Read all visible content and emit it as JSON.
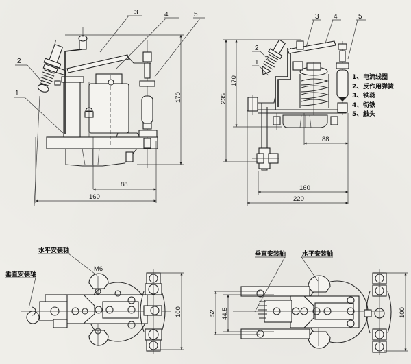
{
  "views": {
    "front_view": {
      "callouts": [
        "1",
        "2",
        "3",
        "4",
        "5"
      ],
      "dimensions": {
        "height": "170",
        "width_inner": "88",
        "width_overall": "160"
      }
    },
    "side_view": {
      "callouts": [
        "1",
        "2",
        "3",
        "4",
        "5"
      ],
      "dimensions": {
        "height_body": "170",
        "height_overall": "235",
        "width_inner": "88",
        "width_mid": "160",
        "width_overall": "220"
      }
    },
    "plan_view_left": {
      "labels": {
        "horizontal_axis": "水平安装轴",
        "vertical_axis": "垂直安装轴",
        "thread": "M6"
      },
      "dimensions": {
        "height": "100"
      }
    },
    "plan_view_right": {
      "labels": {
        "vertical_axis": "垂直安装轴",
        "horizontal_axis": "水平安装轴"
      },
      "dimensions": {
        "outer": "52",
        "inner": "44.5",
        "height": "100"
      }
    }
  },
  "legend": {
    "items": [
      {
        "num": "1、",
        "label": "电流线圈"
      },
      {
        "num": "2、",
        "label": "反作用弹簧"
      },
      {
        "num": "3、",
        "label": "铁蕊"
      },
      {
        "num": "4、",
        "label": "衔铁"
      },
      {
        "num": "5、",
        "label": "触头"
      }
    ]
  }
}
